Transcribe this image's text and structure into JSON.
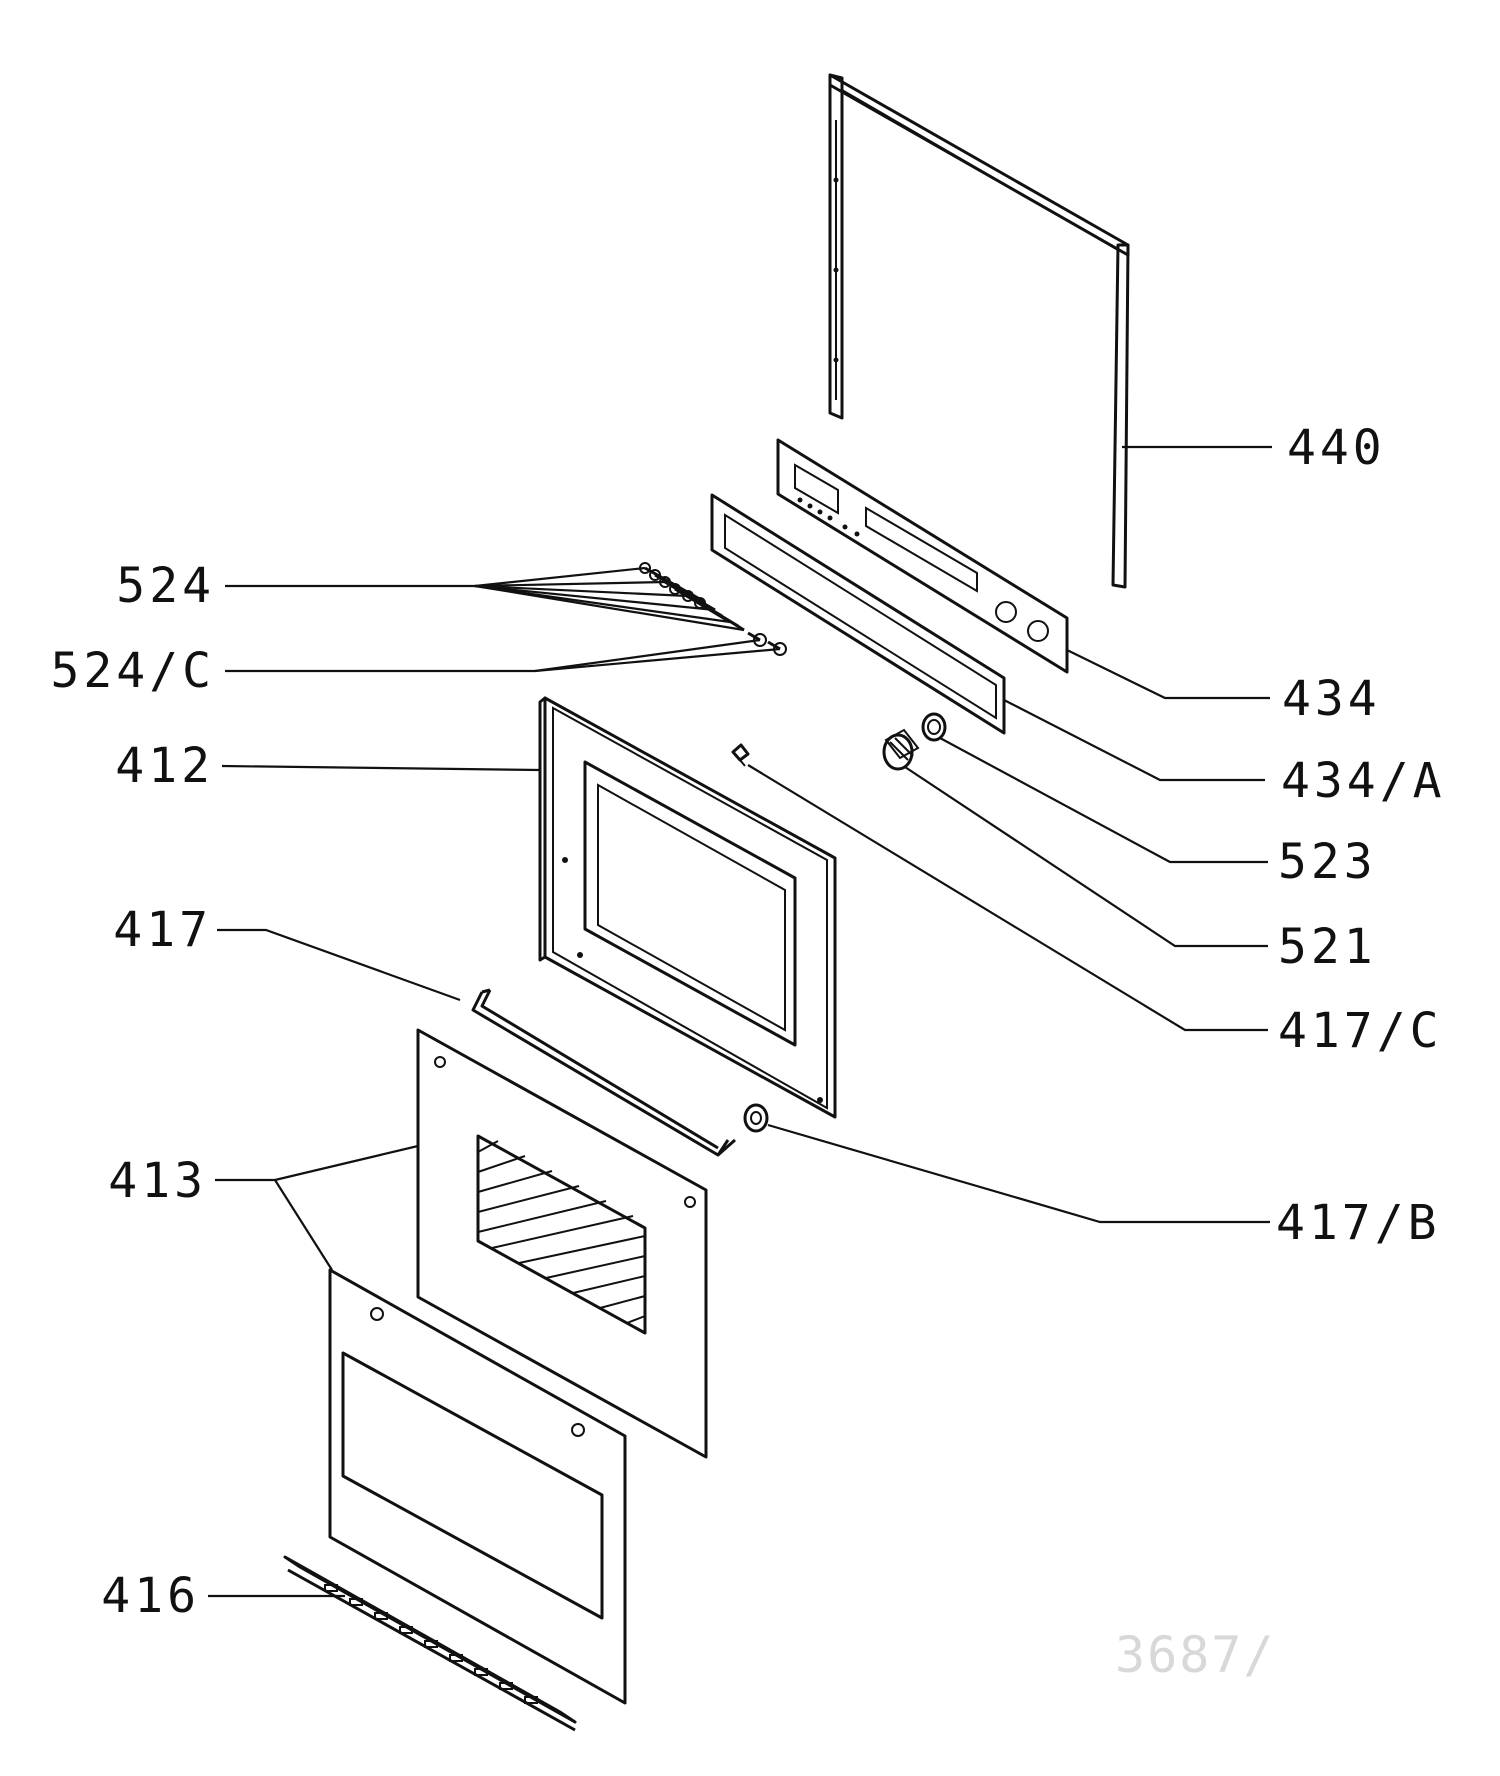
{
  "labels": {
    "p440": "440",
    "p524": "524",
    "p524c": "524/C",
    "p434": "434",
    "p434a": "434/A",
    "p412": "412",
    "p523": "523",
    "p521": "521",
    "p417": "417",
    "p417c": "417/C",
    "p417b": "417/B",
    "p413": "413",
    "p416": "416"
  },
  "drawing_code": "3687/"
}
